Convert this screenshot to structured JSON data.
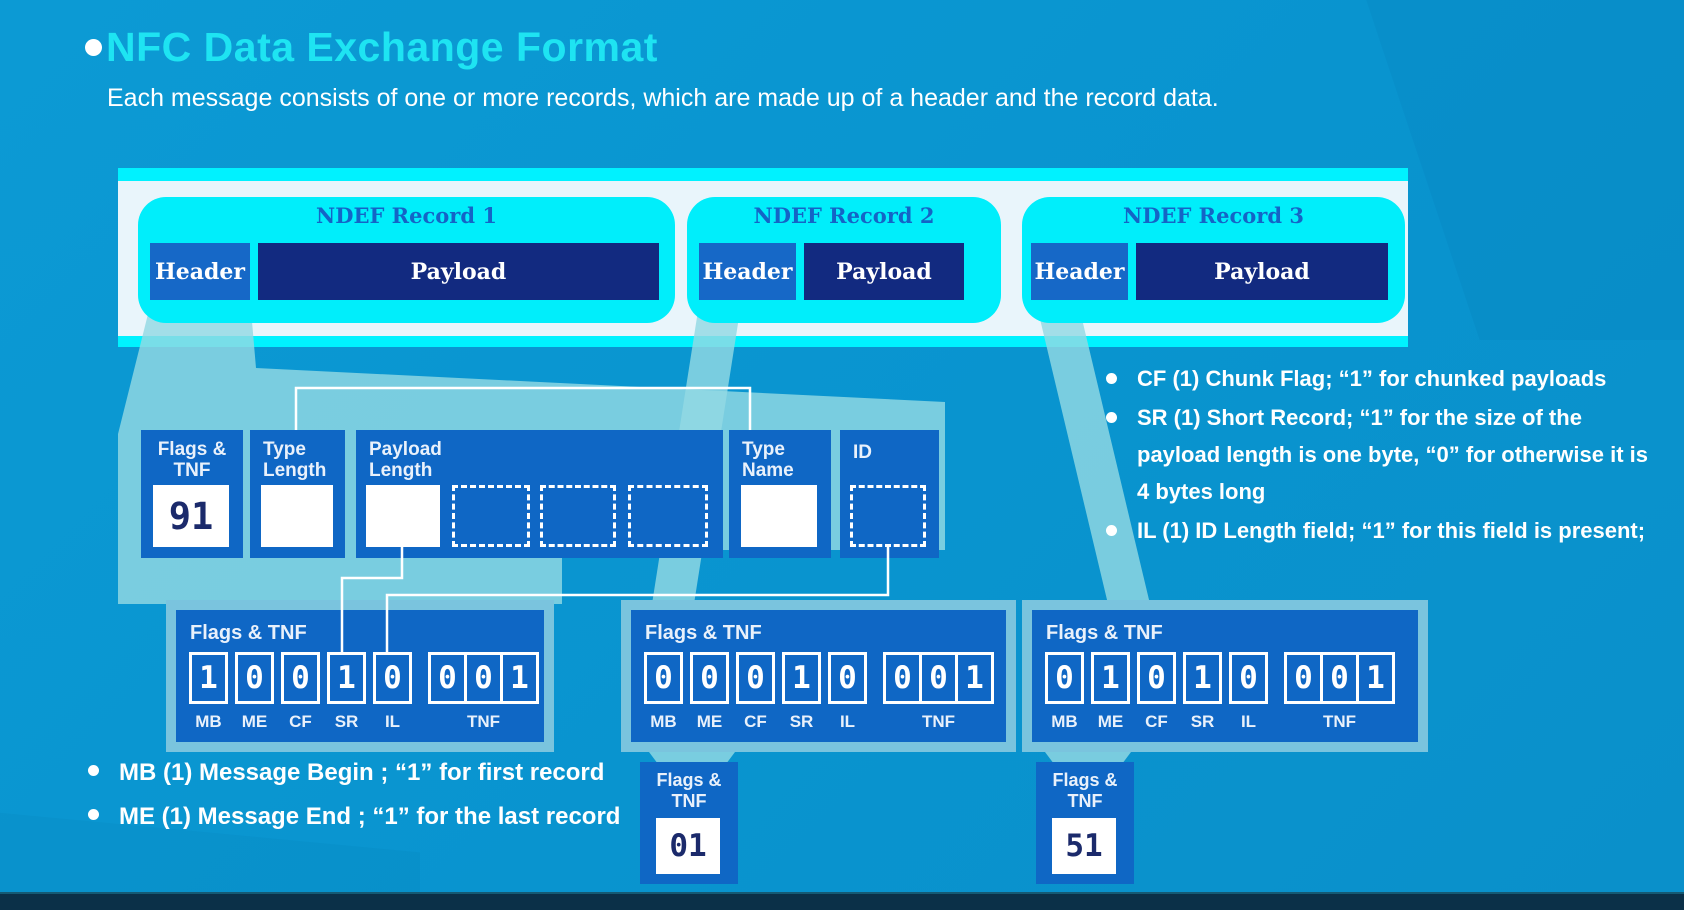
{
  "slide": {
    "title": "NFC Data Exchange Format",
    "subtitle": "Each message consists of one or more records, which are made up of a header and the record data."
  },
  "diagram": {
    "records": [
      {
        "title": "NDEF Record 1",
        "header": "Header",
        "payload": "Payload"
      },
      {
        "title": "NDEF Record 2",
        "header": "Header",
        "payload": "Payload"
      },
      {
        "title": "NDEF Record 3",
        "header": "Header",
        "payload": "Payload"
      }
    ],
    "header_fields": {
      "flags_tnf": {
        "label_line1": "Flags &",
        "label_line2": "TNF",
        "value": "91"
      },
      "type_length": {
        "label_line1": "Type",
        "label_line2": "Length"
      },
      "payload_length": {
        "label_line1": "Payload",
        "label_line2": "Length"
      },
      "type_name": {
        "label_line1": "Type",
        "label_line2": "Name"
      },
      "id_field": {
        "label": "ID"
      }
    },
    "flag_groups": [
      {
        "label": "Flags & TNF",
        "bits": [
          "1",
          "0",
          "0",
          "1",
          "0",
          "0",
          "0",
          "1"
        ]
      },
      {
        "label": "Flags & TNF",
        "bits": [
          "0",
          "0",
          "0",
          "1",
          "0",
          "0",
          "0",
          "1"
        ]
      },
      {
        "label": "Flags & TNF",
        "bits": [
          "0",
          "1",
          "0",
          "1",
          "0",
          "0",
          "0",
          "1"
        ]
      }
    ],
    "bit_labels": [
      "MB",
      "ME",
      "CF",
      "SR",
      "IL",
      "TNF"
    ],
    "byte_values": [
      {
        "label_line1": "Flags &",
        "label_line2": "TNF",
        "value": "01"
      },
      {
        "label_line1": "Flags &",
        "label_line2": "TNF",
        "value": "51"
      }
    ]
  },
  "notes_right": [
    "CF (1) Chunk Flag; “1” for chunked payloads",
    "SR (1) Short Record; “1” for the size of the payload length is one byte, “0” for otherwise it is 4 bytes long",
    "IL (1) ID Length field; “1” for this field is present;"
  ],
  "notes_left": [
    "MB (1) Message Begin ; “1” for first record",
    "ME (1) Message End ; “1” for the last  record"
  ],
  "colors": {
    "background": "#0a96d0",
    "title": "#1ee4f2",
    "cyan_accent": "#00eefb",
    "panel_light": "#e9f5fb",
    "header_blue": "#1668c7",
    "payload_navy": "#122a80",
    "field_blue": "#0f67c5",
    "teal_connector": "#92d9e3",
    "number_navy": "#1b2a6b",
    "footer_bar": "#0b3048"
  }
}
